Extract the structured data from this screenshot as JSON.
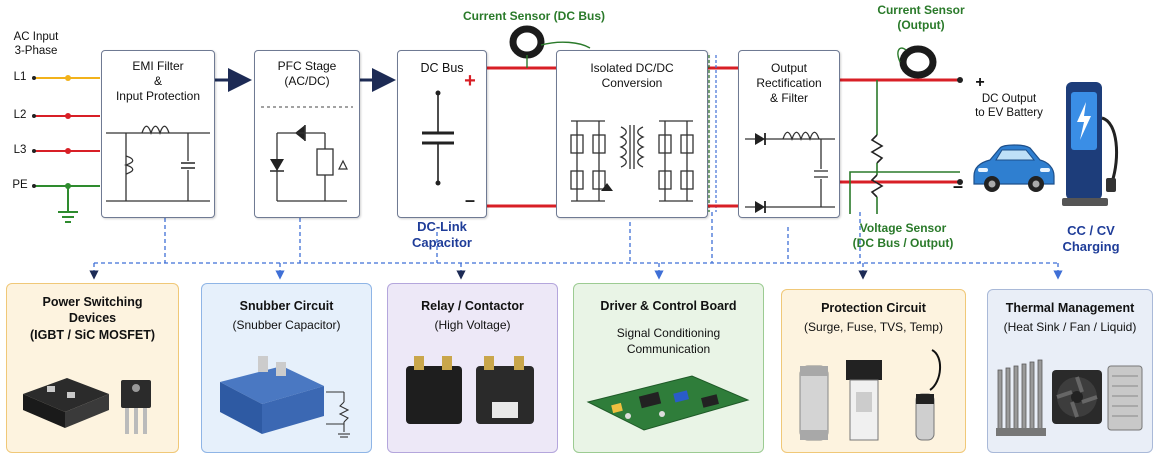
{
  "ac_input": {
    "title_line1": "AC Input",
    "title_line2": "3-Phase",
    "phases": [
      "L1",
      "L2",
      "L3",
      "PE"
    ]
  },
  "blocks": {
    "emi": {
      "line1": "EMI Filter",
      "line2": "&",
      "line3": "Input Protection"
    },
    "pfc": {
      "line1": "PFC Stage",
      "line2": "(AC/DC)"
    },
    "dcbus": {
      "title": "DC Bus",
      "plus": "+",
      "minus": "–",
      "cap_line1": "DC-Link",
      "cap_line2": "Capacitor"
    },
    "isolated": {
      "line1": "Isolated DC/DC",
      "line2": "Conversion"
    },
    "output": {
      "line1": "Output",
      "line2": "Rectification",
      "line3": "& Filter"
    }
  },
  "sensors": {
    "current_dc_bus": "Current Sensor (DC Bus)",
    "current_output_line1": "Current Sensor",
    "current_output_line2": "(Output)",
    "voltage_line1": "Voltage Sensor",
    "voltage_line2": "(DC Bus / Output)"
  },
  "output_label": {
    "plus": "+",
    "minus": "–",
    "line1": "DC Output",
    "line2": "to EV Battery"
  },
  "charging": {
    "line1": "CC / CV",
    "line2": "Charging"
  },
  "panels": [
    {
      "title_line1": "Power Switching",
      "title_line2": "Devices",
      "title_line3": "(IGBT / SiC MOSFET)",
      "sub_line1": "",
      "sub_line2": ""
    },
    {
      "title_line1": "Snubber Circuit",
      "title_line2": "",
      "title_line3": "",
      "sub_line1": "(Snubber Capacitor)",
      "sub_line2": ""
    },
    {
      "title_line1": "Relay / Contactor",
      "title_line2": "",
      "title_line3": "",
      "sub_line1": "(High Voltage)",
      "sub_line2": ""
    },
    {
      "title_line1": "Driver & Control Board",
      "title_line2": "",
      "title_line3": "",
      "sub_line1": "Signal Conditioning",
      "sub_line2": "Communication"
    },
    {
      "title_line1": "Protection Circuit",
      "title_line2": "",
      "title_line3": "",
      "sub_line1": "(Surge, Fuse, TVS, Temp)",
      "sub_line2": ""
    },
    {
      "title_line1": "Thermal Management",
      "title_line2": "",
      "title_line3": "",
      "sub_line1": "(Heat Sink / Fan / Liquid)",
      "sub_line2": ""
    }
  ],
  "colors": {
    "phase_l1": "#f2b21b",
    "phase_l2": "#d81f26",
    "phase_l3": "#d81f26",
    "phase_pe": "#2e8b2e",
    "dc_positive": "#d81f26",
    "dc_negative": "#d81f26",
    "sensor_green": "#2a7a2a",
    "label_blue": "#1f3d99",
    "control_dash": "#3f6fd6",
    "block_border": "#6f7a93"
  },
  "panel_colors": [
    {
      "bg": "#fdf3df",
      "border": "#f0c878"
    },
    {
      "bg": "#e6f0fb",
      "border": "#8fb5e6"
    },
    {
      "bg": "#ede8f7",
      "border": "#b4a6dc"
    },
    {
      "bg": "#e9f4e6",
      "border": "#9ccb92"
    },
    {
      "bg": "#fdf3df",
      "border": "#f0c878"
    },
    {
      "bg": "#e9eef7",
      "border": "#a9b9d8"
    }
  ]
}
